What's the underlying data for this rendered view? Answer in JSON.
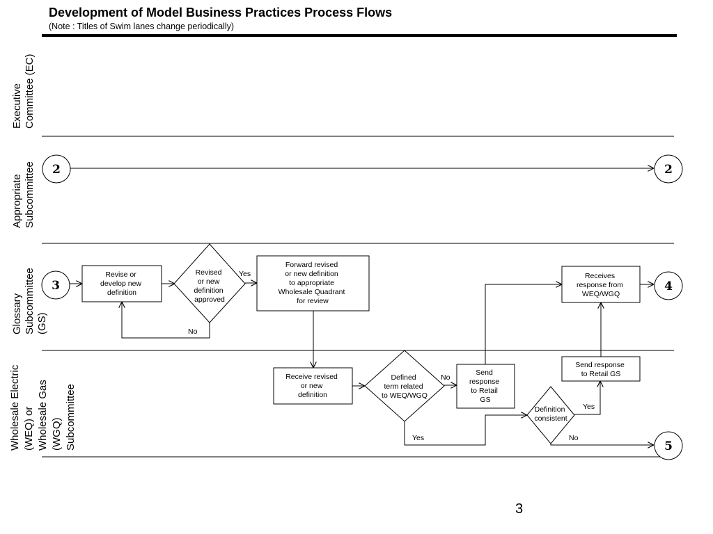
{
  "header": {
    "title": "Development of Model Business Practices Process Flows",
    "subtitle": "(Note : Titles of Swim lanes change periodically)"
  },
  "lanes": [
    {
      "id": "ec",
      "lines": [
        "Executive",
        "Committee (EC)"
      ]
    },
    {
      "id": "as",
      "lines": [
        "Appropriate",
        "Subcommittee"
      ]
    },
    {
      "id": "gs",
      "lines": [
        "Glossary",
        "Subcommittee",
        "(GS)"
      ]
    },
    {
      "id": "wgq",
      "lines": [
        "Wholesale Electric",
        "(WEQ) or",
        "Wholesale Gas",
        "(WGQ)",
        "Subcommittee"
      ]
    }
  ],
  "nodes": {
    "revise": {
      "lines": [
        "Revise or",
        "develop new",
        "definition"
      ]
    },
    "approved": {
      "lines": [
        "Revised",
        "or new",
        "definition",
        "approved"
      ]
    },
    "forward": {
      "lines": [
        "Forward revised",
        "or new definition",
        "to appropriate",
        "Wholesale Quadrant",
        "for review"
      ]
    },
    "receives_response": {
      "lines": [
        "Receives",
        "response from",
        "WEQ/WGQ"
      ]
    },
    "receive_revised": {
      "lines": [
        "Receive revised",
        "or new",
        "definition"
      ]
    },
    "defined_term": {
      "lines": [
        "Defined",
        "term related",
        "to WEQ/WGQ"
      ]
    },
    "send_response_gs": {
      "lines": [
        "Send",
        "response",
        "to Retail",
        "GS"
      ]
    },
    "send_response_retail": {
      "lines": [
        "Send response",
        "to Retail GS"
      ]
    },
    "consistent": {
      "lines": [
        "Definition",
        "consistent"
      ]
    }
  },
  "connectors": {
    "c2_left": "2",
    "c2_right": "2",
    "c3": "3",
    "c4": "4",
    "c5": "5"
  },
  "edge_labels": {
    "approved_yes": "Yes",
    "approved_no": "No",
    "defined_no": "No",
    "defined_yes": "Yes",
    "consistent_yes": "Yes",
    "consistent_no": "No"
  },
  "page_number": "3"
}
